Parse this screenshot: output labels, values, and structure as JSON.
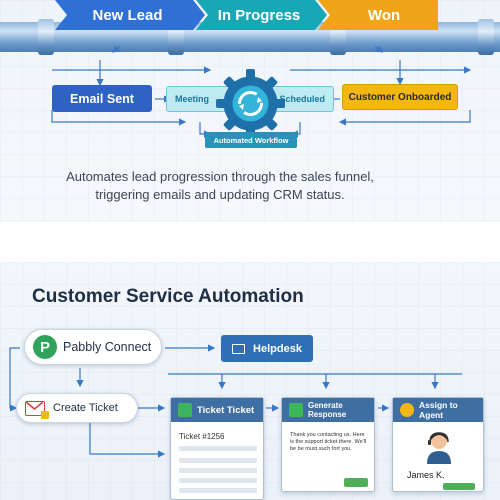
{
  "funnel": {
    "stages": [
      "New Lead",
      "In Progress",
      "Won"
    ],
    "email_sent": "Email Sent",
    "meeting_scheduled_left": "Meeting",
    "meeting_scheduled_right": "Scheduled",
    "customer_onboarded": "Customer Onboarded",
    "automated_workflow": "Automated Workflow",
    "caption": "Automates lead progression through the sales funnel, triggering emails and updating CRM status.",
    "colors": {
      "new_lead": "#2f6fd6",
      "in_progress": "#18a7b5",
      "won": "#f0a417",
      "email_box": "#2e63c4",
      "onboarded_box": "#f3b712"
    }
  },
  "service": {
    "title": "Customer Service Automation",
    "pabbly_connect": "Pabbly Connect",
    "helpdesk": "Helpdesk",
    "create_ticket": "Create Ticket",
    "cards": {
      "ticket": {
        "header": "Ticket Ticket",
        "number": "Ticket #1256"
      },
      "response": {
        "header": "Generate Response",
        "message": "Thank you contacting us. Here is the support ticket there. We'll be be must such fort you."
      },
      "agent": {
        "header": "Assign to Agent",
        "name": "James K."
      }
    },
    "colors": {
      "card_header": "#3f6ea3",
      "helpdesk": "#2f6fb5",
      "pabbly_green": "#2fa35a",
      "gmail_red": "#d64035"
    }
  }
}
